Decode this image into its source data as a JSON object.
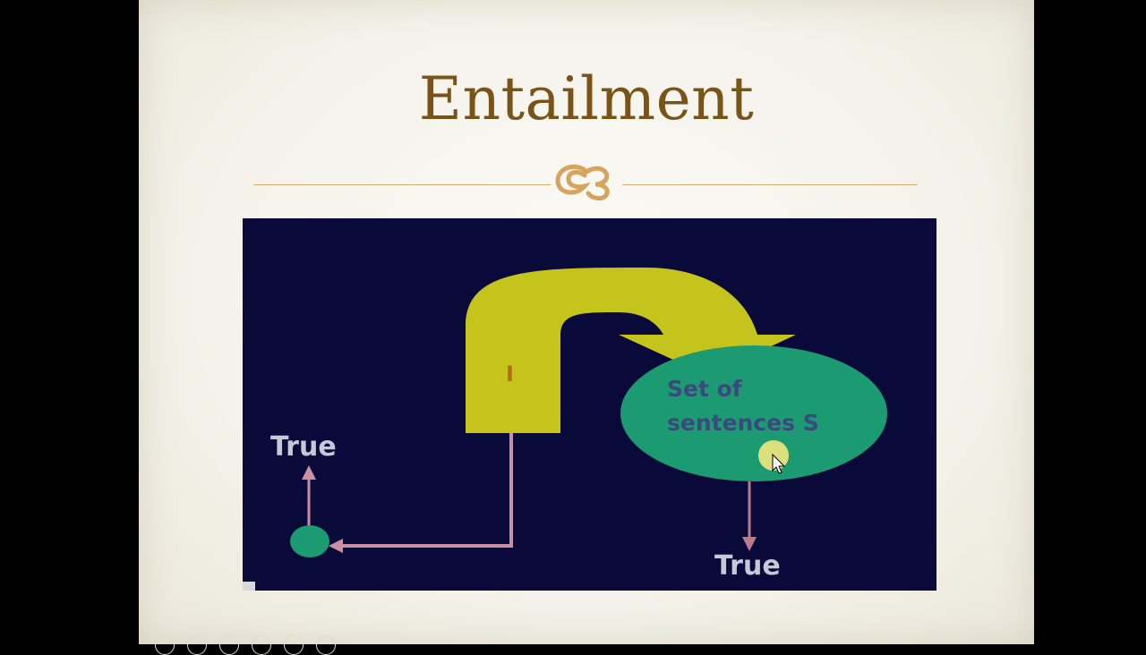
{
  "slide": {
    "title": "Entailment",
    "ornament_icon": "swash-ornament-icon"
  },
  "diagram": {
    "true_left": "True",
    "true_bottom": "True",
    "set_line1": "Set of",
    "set_line2": "sentences S",
    "arrow_mark": "I"
  },
  "colors": {
    "title": "#7a5417",
    "rule": "#d8ad6d",
    "video_bg": "#0a0a3a",
    "yellow_arrow": "#c5c41d",
    "ellipse": "#1c9a72",
    "link_line": "#c98fa2"
  }
}
